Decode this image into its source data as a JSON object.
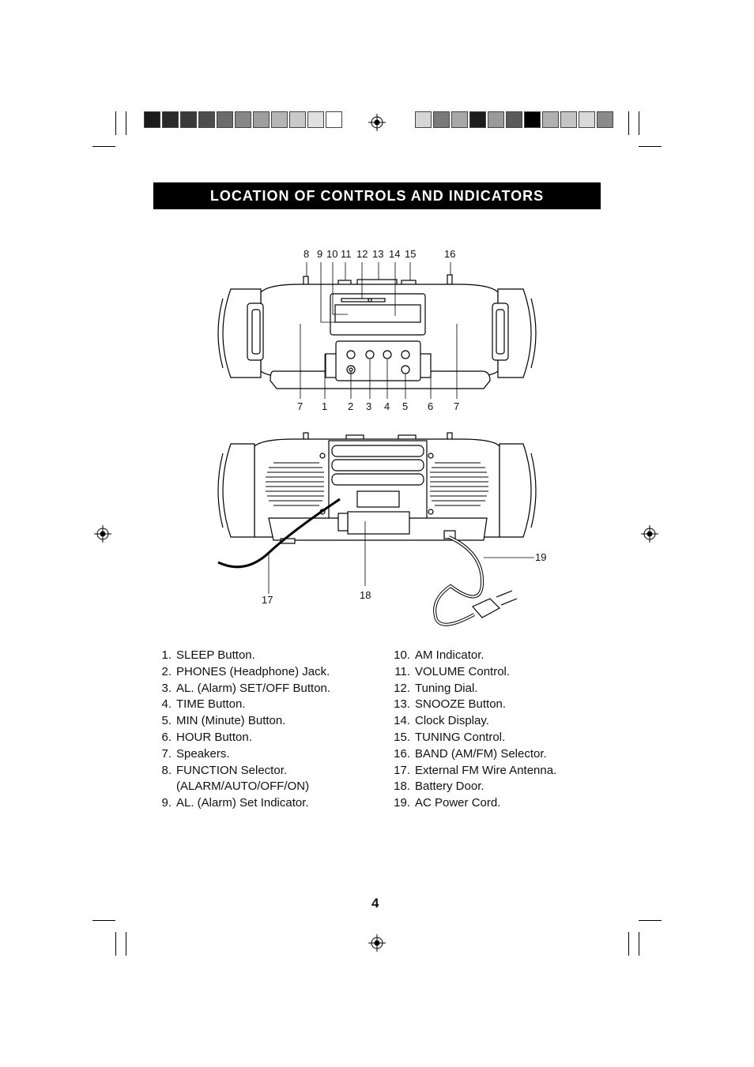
{
  "title": "LOCATION OF CONTROLS AND INDICATORS",
  "print_swatches": {
    "left": [
      "#1a1a1a",
      "#2a2a2a",
      "#3a3a3a",
      "#4d4d4d",
      "#6b6b6b",
      "#878787",
      "#9e9e9e",
      "#b5b5b5",
      "#c9c9c9",
      "#e0e0e0",
      "#ffffff"
    ],
    "right": [
      "#d6d6d6",
      "#7a7a7a",
      "#a8a8a8",
      "#1c1c1c",
      "#9a9a9a",
      "#5a5a5a",
      "#000000",
      "#b0b0b0",
      "#c4c4c4",
      "#d9d9d9",
      "#8a8a8a"
    ]
  },
  "front_callouts": {
    "top": [
      "8",
      "9",
      "10",
      "11",
      "12",
      "13",
      "14",
      "15",
      "16"
    ],
    "bottom": [
      "7",
      "1",
      "2",
      "3",
      "4",
      "5",
      "6",
      "7"
    ]
  },
  "rear_callouts": [
    "17",
    "18",
    "19"
  ],
  "list_left": [
    {
      "num": "1.",
      "text": "SLEEP Button."
    },
    {
      "num": "2.",
      "text": "PHONES (Headphone) Jack."
    },
    {
      "num": "3.",
      "text": "AL. (Alarm) SET/OFF Button."
    },
    {
      "num": "4.",
      "text": "TIME Button."
    },
    {
      "num": "5.",
      "text": "MIN (Minute) Button."
    },
    {
      "num": "6.",
      "text": "HOUR Button."
    },
    {
      "num": "7.",
      "text": "Speakers."
    },
    {
      "num": "8.",
      "text": "FUNCTION Selector."
    },
    {
      "num": "",
      "text": "(ALARM/AUTO/OFF/ON)"
    },
    {
      "num": "9.",
      "text": "AL. (Alarm) Set Indicator."
    }
  ],
  "list_right": [
    {
      "num": "10.",
      "text": "AM Indicator."
    },
    {
      "num": "11.",
      "text": "VOLUME Control."
    },
    {
      "num": "12.",
      "text": "Tuning Dial."
    },
    {
      "num": "13.",
      "text": "SNOOZE Button."
    },
    {
      "num": "14.",
      "text": "Clock Display."
    },
    {
      "num": "15.",
      "text": "TUNING Control."
    },
    {
      "num": "16.",
      "text": "BAND (AM/FM) Selector."
    },
    {
      "num": "17.",
      "text": "External FM Wire Antenna."
    },
    {
      "num": "18.",
      "text": "Battery Door."
    },
    {
      "num": "19.",
      "text": "AC Power Cord."
    }
  ],
  "page_number": "4"
}
